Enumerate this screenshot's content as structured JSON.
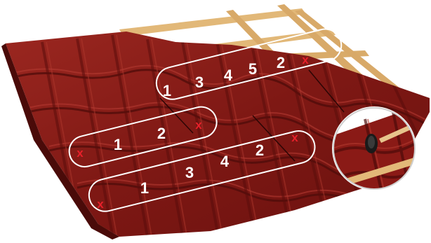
{
  "diagram": {
    "colors": {
      "tile": "#8a1a16",
      "tile_dark": "#5e0f0c",
      "tile_light": "#a8302a",
      "batten": "#e2b878",
      "batten_shadow": "#c08d4e",
      "outline": "#ffffff",
      "cross": "#e8202a"
    },
    "sequences": [
      {
        "name": "top-sequence",
        "order": [
          "1",
          "3",
          "4",
          "5",
          "2"
        ],
        "cross": "x"
      },
      {
        "name": "middle-sequence",
        "order": [
          "1",
          "2"
        ],
        "cross_start": "x",
        "cross_end": "x"
      },
      {
        "name": "right-sequence",
        "order": [],
        "cross": "x"
      },
      {
        "name": "bottom-sequence",
        "order": [
          "1",
          "3",
          "4",
          "2"
        ],
        "cross": "x"
      }
    ],
    "inset": {
      "description_icon": "screw-detail-icon"
    }
  }
}
